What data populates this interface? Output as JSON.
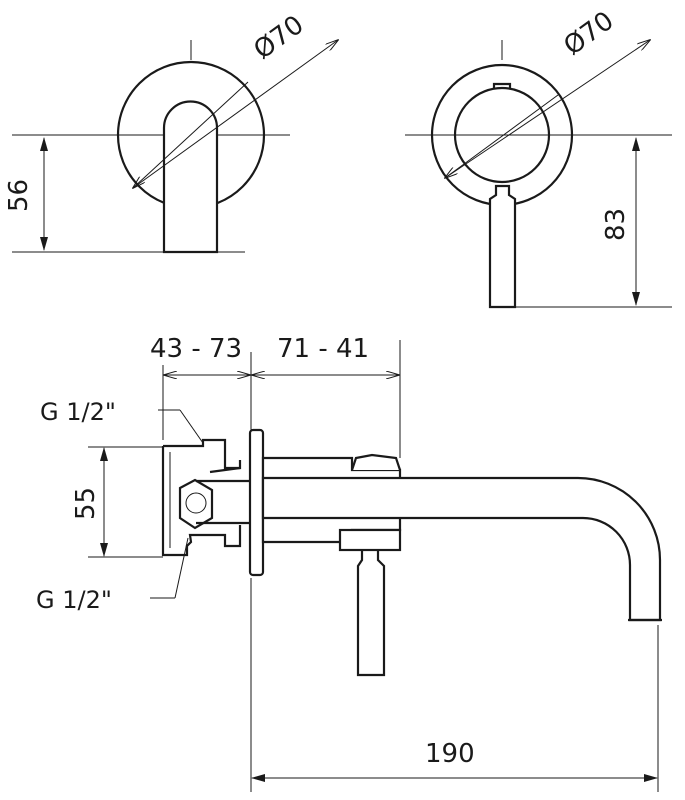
{
  "top_left_view": {
    "diameter_label": "Ø70",
    "height_label": "56"
  },
  "top_right_view": {
    "diameter_label": "Ø70",
    "height_label": "83"
  },
  "side_view": {
    "depth_left_label": "43 - 73",
    "depth_right_label": "71 - 41",
    "thread_top_label": "G 1/2\"",
    "thread_bottom_label": "G 1/2\"",
    "inlet_spacing_label": "55",
    "spout_length_label": "190"
  }
}
